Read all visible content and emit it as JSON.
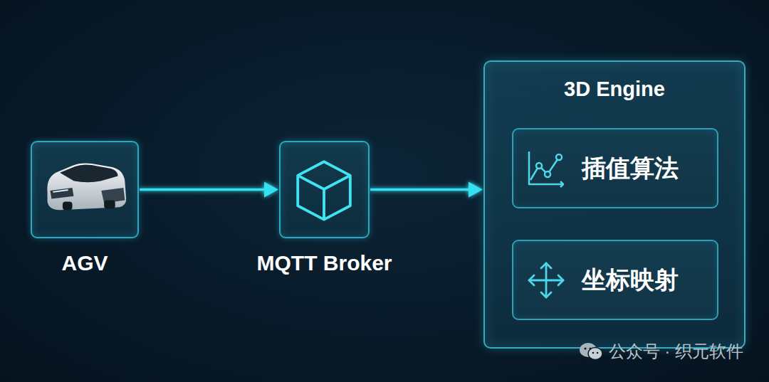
{
  "diagram": {
    "nodes": [
      {
        "text": [
          "AGV"
        ]
      },
      {
        "text": [
          "MQTT Broker"
        ]
      },
      {
        "text": [
          "3D Engine"
        ]
      },
      {
        "text": [
          "插值算法"
        ],
        "in": 2
      },
      {
        "text": [
          "坐标映射"
        ],
        "in": 2
      }
    ],
    "edges": [
      {
        "from": 0,
        "to": 1,
        "arrow": "to"
      },
      {
        "from": 1,
        "to": 2,
        "arrow": "to"
      }
    ],
    "labels": [
      "公众号 · 织元软件"
    ]
  }
}
